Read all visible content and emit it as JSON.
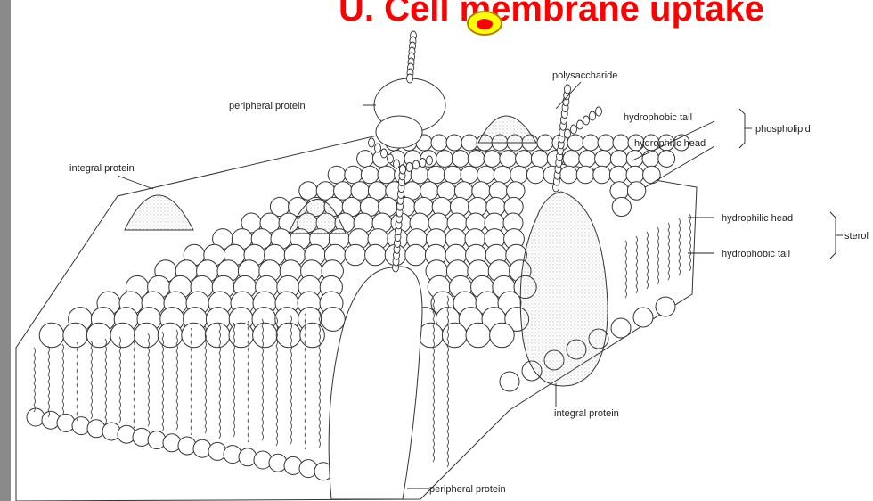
{
  "title": "U. Cell membrane uptake",
  "labels": {
    "peripheral_protein_top": "peripheral protein",
    "polysaccharide": "polysaccharide",
    "hydrophobic_tail_top": "hydrophobic tail",
    "hydrophilic_head_top": "hydrophilic head",
    "phospholipid": "phospholipid",
    "integral_protein_left": "integral protein",
    "hydrophilic_head_right": "hydrophilic head",
    "hydrophobic_tail_right": "hydrophobic tail",
    "sterol": "sterol",
    "integral_protein_bottom": "integral protein",
    "peripheral_protein_bottom": "peripheral protein"
  },
  "colors": {
    "title": "#ff0000",
    "marker_fill": "#ffff00",
    "marker_dot": "#ff0000",
    "line_art": "#222222",
    "left_bar": "#8a8a8a"
  },
  "icons": {
    "marker": "pointer-marker-icon"
  }
}
